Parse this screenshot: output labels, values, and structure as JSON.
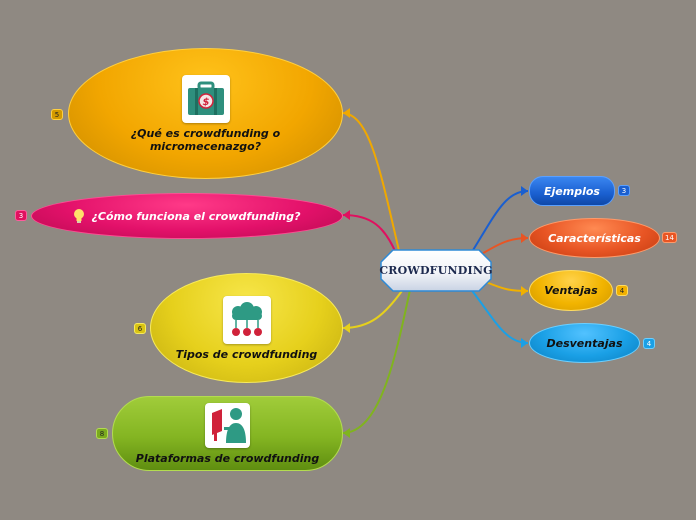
{
  "center": {
    "label": "CROWDFUNDING"
  },
  "left_topics": [
    {
      "label": "¿Qué es crowdfunding o micromecenazgo?",
      "count": "5",
      "icon": "briefcase-money-icon"
    },
    {
      "label": "¿Cómo funciona el crowdfunding?",
      "count": "3",
      "icon": "lightbulb-icon"
    },
    {
      "label": "Tipos de crowdfunding",
      "count": "6",
      "icon": "cloud-network-icon"
    },
    {
      "label": "Plataformas de crowdfunding",
      "count": "8",
      "icon": "presenter-board-icon"
    }
  ],
  "right_topics": [
    {
      "label": "Ejemplos",
      "count": "3"
    },
    {
      "label": "Características",
      "count": "14"
    },
    {
      "label": "Ventajas",
      "count": "4"
    },
    {
      "label": "Desventajas",
      "count": "4"
    }
  ],
  "colors": {
    "background": "#8f8982",
    "orange": "#f0a800",
    "pink": "#e0105f",
    "yellow": "#e6d01c",
    "green": "#80b41e",
    "blue_dark": "#1a5fd0",
    "red_orange": "#e85524",
    "amber": "#f0b000",
    "sky": "#1aa0e6"
  }
}
